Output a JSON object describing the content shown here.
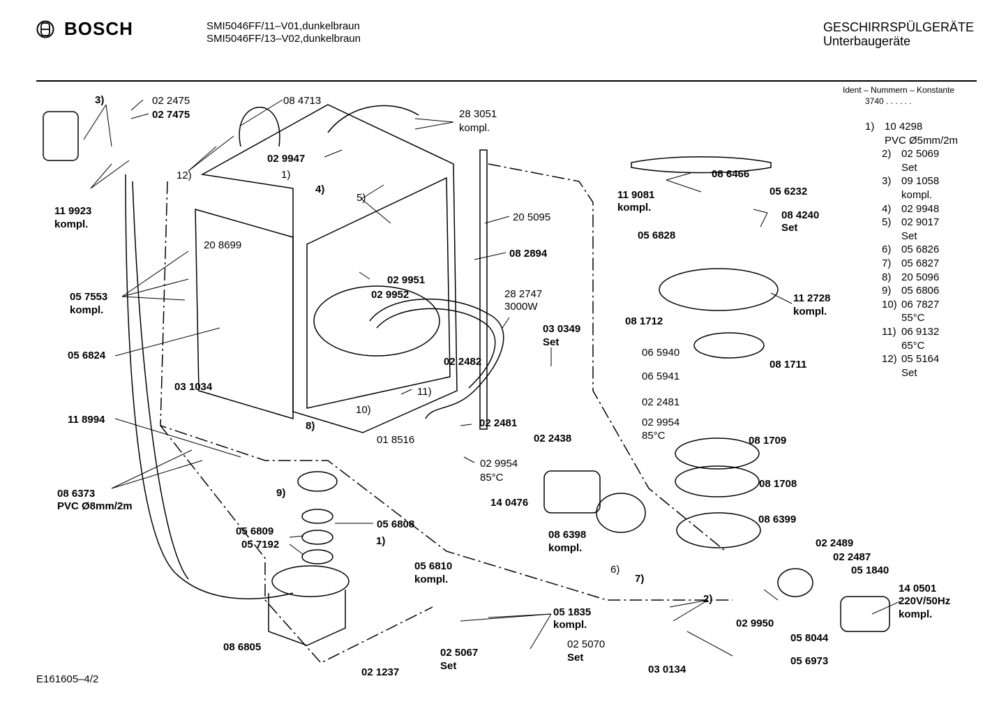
{
  "header": {
    "brand": "BOSCH",
    "model_line1": "SMI5046FF/11–V01,dunkelbraun",
    "model_line2": "SMI5046FF/13–V02,dunkelbraun",
    "category_line1": "GESCHIRRSPÜLGERÄTE",
    "category_line2": "Unterbaugeräte",
    "ident_title": "Ident – Nummern – Konstante",
    "ident_value": "3740 . .  .  .  .  ."
  },
  "notes": [
    {
      "key": "1)",
      "value": "10 4298\nPVC Ø5mm/2m"
    },
    {
      "key": "2)",
      "value": "02 5069\nSet"
    },
    {
      "key": "3)",
      "value": "09 1058\nkompl."
    },
    {
      "key": "4)",
      "value": "02 9948"
    },
    {
      "key": "5)",
      "value": "02 9017\nSet"
    },
    {
      "key": "6)",
      "value": "05 6826"
    },
    {
      "key": "7)",
      "value": "05 6827"
    },
    {
      "key": "8)",
      "value": "20 5096"
    },
    {
      "key": "9)",
      "value": "05 6806"
    },
    {
      "key": "10)",
      "value": "06 7827\n55°C"
    },
    {
      "key": "11)",
      "value": "06 9132\n65°C"
    },
    {
      "key": "12)",
      "value": "05 5164\nSet"
    }
  ],
  "footer": "E161605–4/2",
  "callouts": {
    "c_3": "3)",
    "c_022475": "02 2475",
    "c_027475": "02 7475",
    "c_084713": "08 4713",
    "c_283051": "28 3051",
    "c_283051b": "kompl.",
    "c_12": "12)",
    "c_029947": "02 9947",
    "c_1": "1)",
    "c_4": "4)",
    "c_119923": "11 9923",
    "c_119923b": "kompl.",
    "c_5": "5)",
    "c_205095": "20 5095",
    "c_208699": "20 8699",
    "c_082894": "08 2894",
    "c_029951": "02 9951",
    "c_029952": "02 9952",
    "c_057553": "05 7553",
    "c_057553b": "kompl.",
    "c_282747": "28 2747",
    "c_282747b": "3000W",
    "c_056824": "05 6824",
    "c_030349": "03 0349",
    "c_030349b": "Set",
    "c_022482": "02 2482",
    "c_031034": "03 1034",
    "c_11": "11)",
    "c_10": "10)",
    "c_118994": "11 8994",
    "c_8": "8)",
    "c_022481a": "02 2481",
    "c_018516": "01 8516",
    "c_029954a": "02 9954",
    "c_029954ab": "85°C",
    "c_086373": "08 6373",
    "c_086373b": "PVC Ø8mm/2m",
    "c_9": "9)",
    "c_056808": "05 6808",
    "c_056809": "05 6809",
    "c_057192": "05 7192",
    "c_1b": "1)",
    "c_056810": "05 6810",
    "c_056810b": "kompl.",
    "c_086805": "08 6805",
    "c_021237": "02 1237",
    "c_025067": "02 5067",
    "c_025067b": "Set",
    "c_051835": "05 1835",
    "c_051835b": "kompl.",
    "c_025070": "02 5070",
    "c_025070b": "Set",
    "c_086466": "08 6466",
    "c_119081": "11 9081",
    "c_119081b": "kompl.",
    "c_056232": "05 6232",
    "c_084240": "08 4240",
    "c_084240b": "Set",
    "c_056828": "05 6828",
    "c_112728": "11 2728",
    "c_112728b": "kompl.",
    "c_081712": "08 1712",
    "c_065940": "06 5940",
    "c_081711": "08 1711",
    "c_065941": "06 5941",
    "c_022481b": "02 2481",
    "c_029954b": "02 9954",
    "c_029954bb": "85°C",
    "c_022438": "02 2438",
    "c_081709": "08 1709",
    "c_081708": "08 1708",
    "c_140476": "14 0476",
    "c_086399": "08 6399",
    "c_086398": "08 6398",
    "c_086398b": "kompl.",
    "c_6": "6)",
    "c_7": "7)",
    "c_022489": "02 2489",
    "c_022487": "02 2487",
    "c_051840": "05 1840",
    "c_140501": "14 0501",
    "c_140501b": "220V/50Hz",
    "c_140501c": "kompl.",
    "c_2": "2)",
    "c_029950": "02 9950",
    "c_058044": "05 8044",
    "c_056973": "05 6973",
    "c_030134": "03 0134"
  }
}
